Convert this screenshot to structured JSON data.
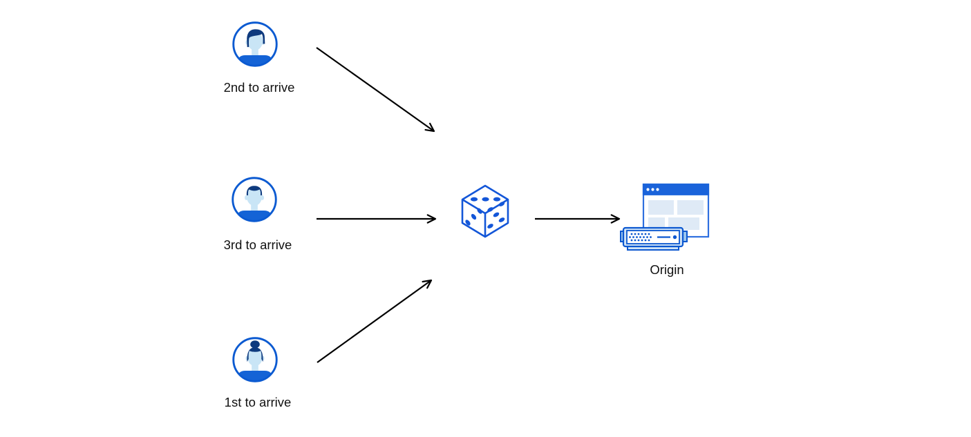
{
  "diagram": {
    "description": "Three visitors arrive in different order; a random (dice) selector forwards one request to the origin server",
    "nodes": {
      "user_2nd": {
        "label": "2nd to arrive",
        "icon": "avatar-male-pompadour-icon"
      },
      "user_3rd": {
        "label": "3rd to arrive",
        "icon": "avatar-male-flattop-icon"
      },
      "user_1st": {
        "label": "1st to arrive",
        "icon": "avatar-female-bun-icon"
      },
      "selector": {
        "label": "",
        "icon": "dice-icon"
      },
      "origin": {
        "label": "Origin",
        "icon": "origin-server-browser-icon"
      }
    },
    "edges": [
      {
        "from": "user_2nd",
        "to": "selector"
      },
      {
        "from": "user_3rd",
        "to": "selector"
      },
      {
        "from": "user_1st",
        "to": "selector"
      },
      {
        "from": "selector",
        "to": "origin"
      }
    ],
    "colors": {
      "arrow": "#000000",
      "dice_stroke": "#1356d8",
      "avatar_ring": "#0b5ad1",
      "hair_navy": "#0e3a7e",
      "skin_light_blue": "#c9e5f6",
      "shirt_blue": "#1463d6",
      "window_titlebar": "#1a63da",
      "window_border": "#2e6fdf",
      "window_panel_fill": "#dfeaf6",
      "server_fill": "#cfe3f7",
      "server_stroke": "#0b57d0",
      "label_text": "#111111",
      "background": "#ffffff"
    }
  }
}
